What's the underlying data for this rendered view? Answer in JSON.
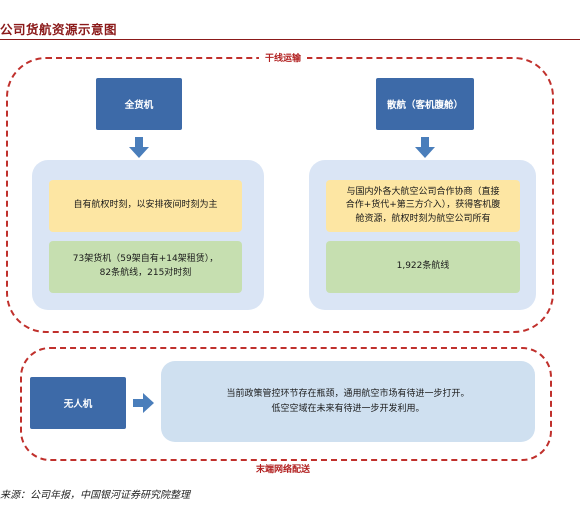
{
  "title": "公司货航资源示意图",
  "group_top": {
    "label": "干线运输",
    "left": {
      "header": "全货机",
      "desc": "自有航权时刻，以安排夜间时刻为主",
      "stat_line1": "73架货机（59架自有+14架租赁），",
      "stat_line2": "82条航线，215对时刻"
    },
    "right": {
      "header": "散航（客机腹舱）",
      "desc_line1": "与国内外各大航空公司合作协商（直接",
      "desc_line2": "合作+货代+第三方介入），获得客机腹",
      "desc_line3": "舱资源，航权时刻为航空公司所有",
      "stat": "1,922条航线"
    }
  },
  "group_bottom": {
    "label": "末端网络配送",
    "node": "无人机",
    "desc_line1": "当前政策管控环节存在瓶颈，通用航空市场有待进一步打开。",
    "desc_line2": "低空空域在未来有待进一步开发利用。"
  },
  "source": "来源：公司年报，中国银河证券研究院整理",
  "colors": {
    "dashed_border": "#c0302c",
    "header_fill": "#3d6aa8",
    "arrow_fill": "#4a7ebb",
    "panel_fill": "#dae5f5",
    "yellow_fill": "#fde6a3",
    "green_fill": "#c6dfb0"
  }
}
